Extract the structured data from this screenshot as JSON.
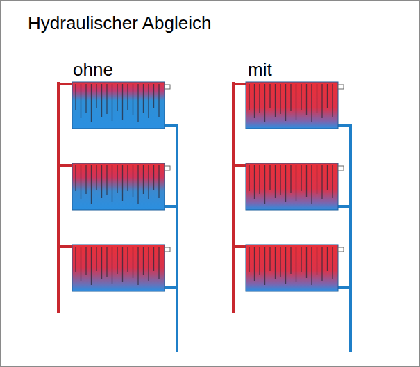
{
  "diagram": {
    "title": "Hydraulischer Abgleich",
    "labels": [
      "ohne",
      "mit"
    ]
  }
}
